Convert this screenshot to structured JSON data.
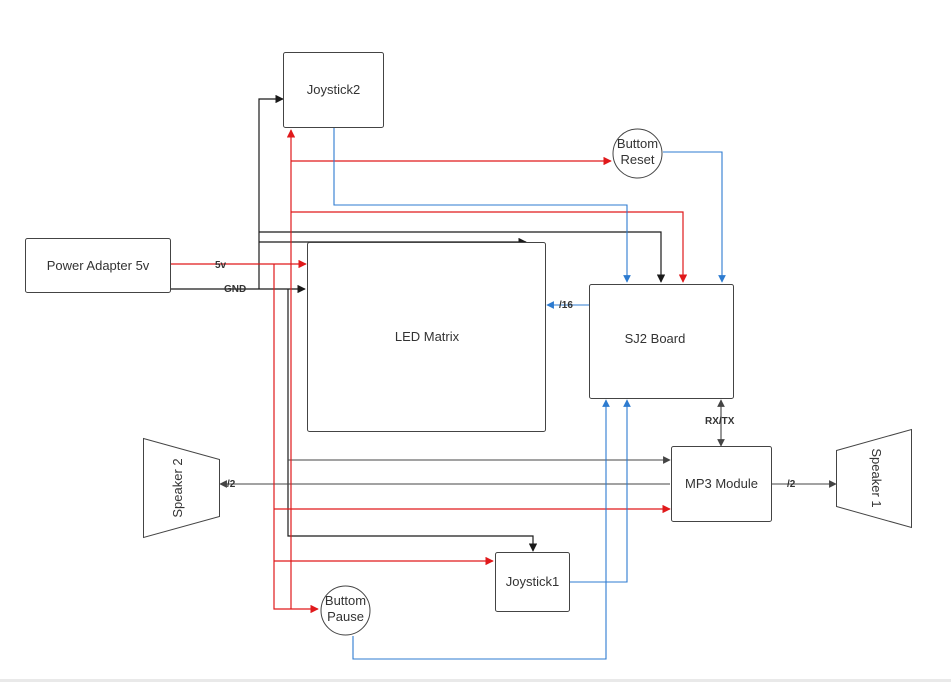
{
  "colors": {
    "black": "#1a1a1a",
    "red": "#e0191b",
    "blue": "#2d7bd0",
    "gray": "#9a9a9a",
    "box_stroke": "#444444",
    "box_fill": "#ffffff",
    "text": "#333333"
  },
  "nodes": {
    "joystick2": "Joystick2",
    "power_adapter": "Power Adapter 5v",
    "led_matrix": "LED Matrix",
    "sj2_board": "SJ2 Board",
    "mp3_module": "MP3 Module",
    "joystick1": "Joystick1",
    "speaker2": "Speaker 2",
    "speaker1": "Speaker 1",
    "button_reset": [
      "Buttom",
      "Reset"
    ],
    "button_pause": [
      "Buttom",
      "Pause"
    ]
  },
  "edge_labels": {
    "five_v": "5v",
    "gnd": "GND",
    "bus16": "/16",
    "rxtx": "RX/TX",
    "bus2_left": "/2",
    "bus2_right": "/2"
  }
}
